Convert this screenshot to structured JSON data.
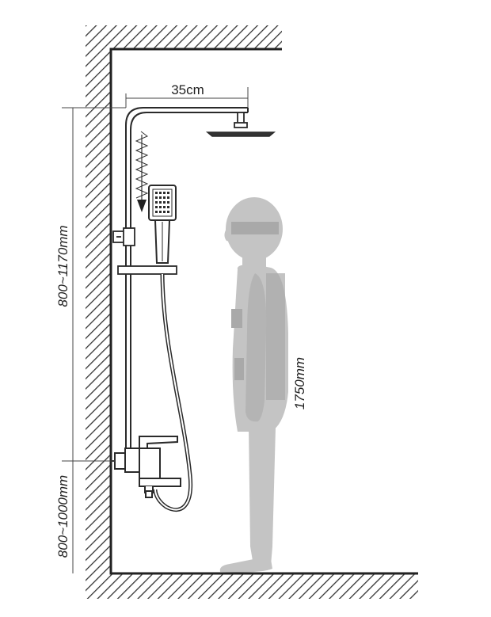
{
  "diagram": {
    "labels": {
      "arm_length": "35cm",
      "riser_height": "800~1170mm",
      "mixer_height": "800~1000mm",
      "person_height": "1750mm"
    },
    "colors": {
      "line": "#2a2a2a",
      "hatch": "#333333",
      "person": "#c4c4c4",
      "person_shade": "#a9a9a9"
    }
  }
}
